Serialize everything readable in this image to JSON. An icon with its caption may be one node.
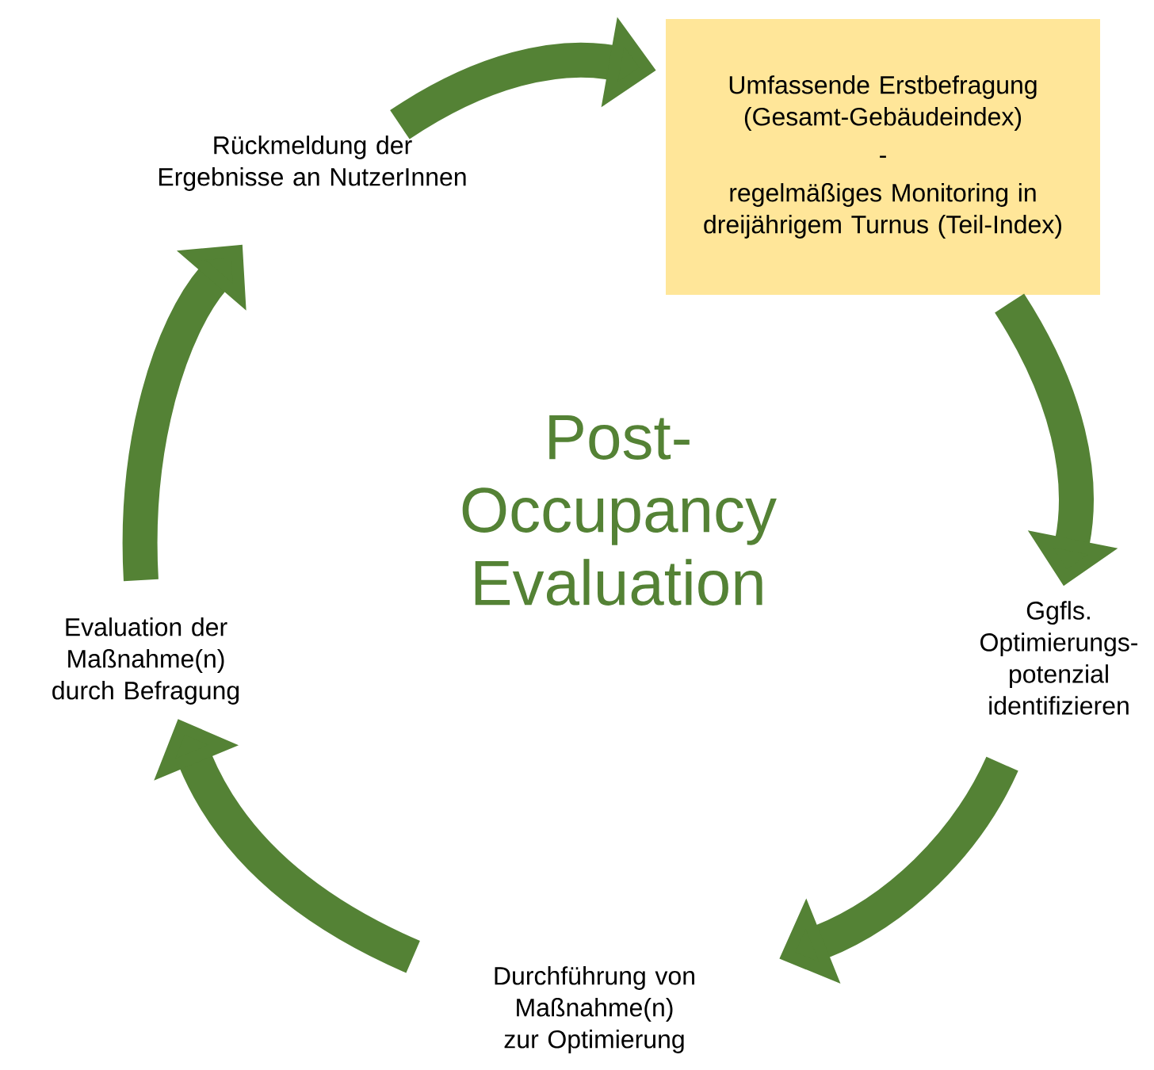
{
  "diagram": {
    "title": "Post- Occupancy Evaluation",
    "nodes": [
      {
        "text": [
          "Umfassende Erstbefragung (Gesamt-Gebäudeindex)",
          "-",
          "regelmäßiges Monitoring in dreijährigem Turnus (Teil-Index)"
        ]
      },
      {
        "text": [
          "Ggfls. Optimierungs- potenzial identifizieren"
        ]
      },
      {
        "text": [
          "Durchführung von Maßnahme(n) zur Optimierung"
        ]
      },
      {
        "text": [
          "Evaluation der Maßnahme(n) durch Befragung"
        ]
      },
      {
        "text": [
          "Rückmeldung der Ergebnisse an NutzerInnen"
        ]
      }
    ],
    "edges": [
      {
        "from": 4,
        "to": 0,
        "arrow": "to"
      },
      {
        "from": 0,
        "to": 1,
        "arrow": "to"
      },
      {
        "from": 1,
        "to": 2,
        "arrow": "to"
      },
      {
        "from": 2,
        "to": 3,
        "arrow": "to"
      },
      {
        "from": 3,
        "to": 4,
        "arrow": "to"
      }
    ]
  }
}
